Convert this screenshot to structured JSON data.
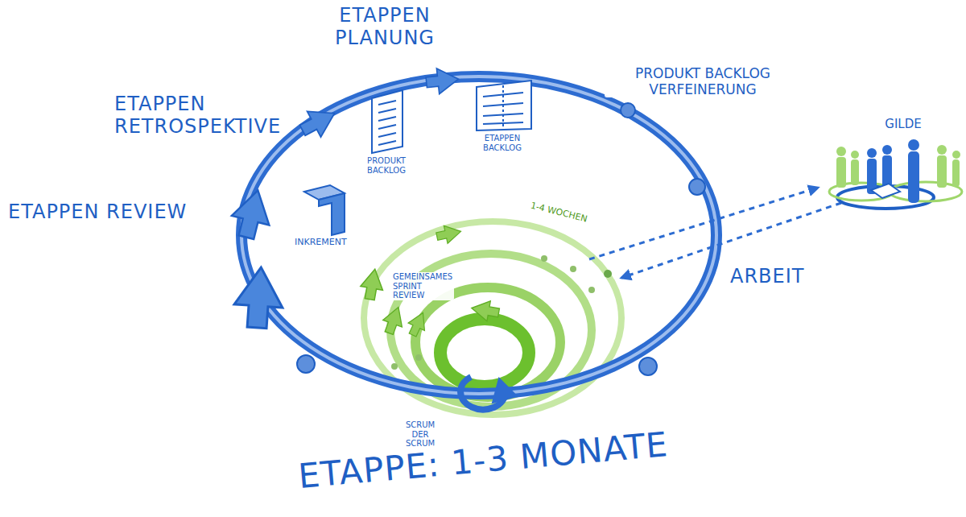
{
  "diagram": {
    "labels": [
      "ETAPPEN PLANUNG",
      "ETAPPEN RETROSPEKTIVE",
      "ETAPPEN REVIEW",
      "PRODUKT BACKLOG VERFEINERUNG",
      "PRODUKT BACKLOG",
      "ETAPPEN BACKLOG",
      "GILDE",
      "INKREMENT",
      "1-4 WOCHEN",
      "GEMEINSAMES SPRINT REVIEW",
      "ARBEIT",
      "SCRUM DER SCRUM",
      "ETAPPE: 1-3 MONATE"
    ]
  }
}
